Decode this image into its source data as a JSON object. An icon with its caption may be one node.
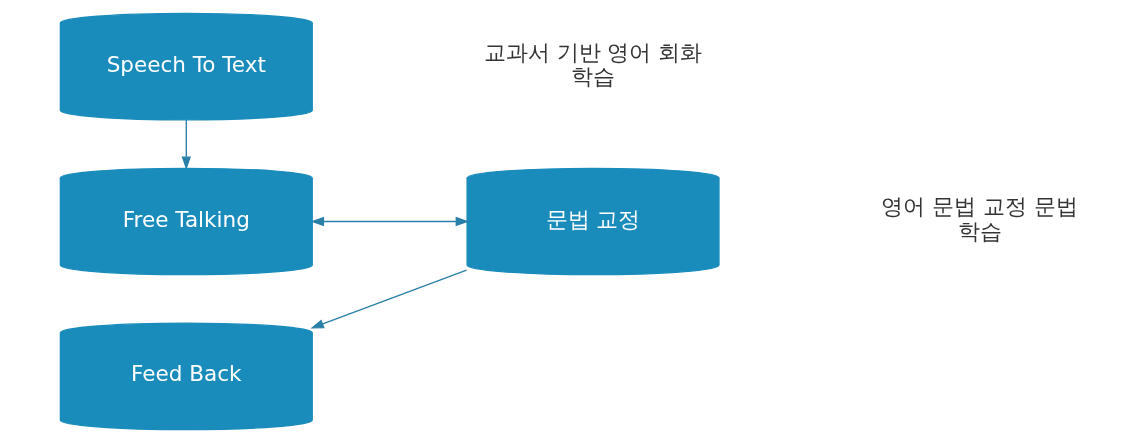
{
  "diagram": {
    "nodes": [
      {
        "text": [
          "Speech To Text"
        ]
      },
      {
        "text": [
          "Free Talking"
        ]
      },
      {
        "text": [
          "Feed Back"
        ]
      },
      {
        "text": [
          "문법 교정"
        ]
      }
    ],
    "edges": [
      {
        "from": 0,
        "to": 1,
        "arrow": "to"
      },
      {
        "from": 1,
        "to": 3,
        "arrow": "both"
      },
      {
        "from": 3,
        "to": 2,
        "arrow": "to"
      }
    ],
    "labels": [
      "교과서 기반 영어 회화 학습",
      "영어 문법 교정 문법 학습"
    ]
  }
}
